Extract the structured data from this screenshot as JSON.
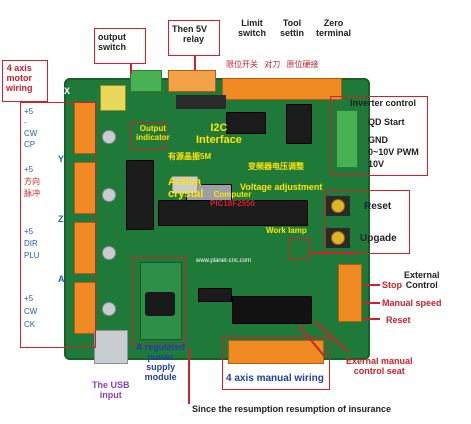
{
  "labels": {
    "output_switch": [
      "output",
      "switch"
    ],
    "relay": [
      "Then 5V",
      "relay"
    ],
    "limit_switch": [
      "Limit",
      "switch"
    ],
    "tool_setting": [
      "Tool",
      "settin"
    ],
    "zero_terminal": [
      "Zero",
      "terminal"
    ],
    "motor_wiring": [
      "4  axis",
      "motor",
      "wiring"
    ],
    "inverter_control": "Inverter control",
    "inverter_pins": [
      "QD",
      "Start",
      "GND",
      "0~10V PWM",
      "10V"
    ],
    "output_indicator": [
      "Output",
      "indicator"
    ],
    "i2c_interface": [
      "I2C",
      "Interface"
    ],
    "active_crystal": [
      "Activa",
      "crystal"
    ],
    "voltage_adjustment": "Voltage adjustment",
    "chinese_voltage": "变频器电压调整",
    "chinese_crystal": [
      "有源晶振",
      "5M"
    ],
    "reset": "Reset",
    "upgrade": "Upgade",
    "computer_chip": [
      "Computer",
      "PIC18F2550"
    ],
    "work_lamp": "Work lamp",
    "external_control": [
      "External",
      "Control"
    ],
    "stop": "Stop",
    "manual_speed": "Manual speed",
    "ext_reset": "Reset",
    "regulated_power": [
      "A regulated",
      "puwer",
      "supply",
      "module"
    ],
    "usb_input": [
      "The USB",
      "input"
    ],
    "manual_wiring": "4  axis manual wiring",
    "manual_control_seat": [
      "Exernal manual",
      "control seat"
    ],
    "resumption": "Since the resumption resumption of insurance",
    "axis_x": "X",
    "axis_y": "Y",
    "axis_z": "Z",
    "axis_a": "A",
    "pin_labels_x": [
      "+5",
      "-",
      "CW",
      "CP"
    ],
    "pin_labels_y": [
      "+5",
      "方向",
      "脉冲"
    ],
    "pin_labels_z": [
      "+5",
      "DIR",
      "PLU"
    ],
    "pin_labels_a": [
      "+5",
      "CW",
      "CK"
    ],
    "chinese_top": [
      "限位开关",
      "对刀",
      "原位硬接"
    ],
    "board_url": "www.planet-cnc.com"
  },
  "colors": {
    "board_green": "#1f7a3a",
    "label_red": "#d0202a",
    "terminal_orange": "#f08a23",
    "terminal_green": "#47b154",
    "annotation_yellow": "#ffe400"
  },
  "icons": [
    "screw-terminal-icon",
    "relay-icon",
    "crystal-icon",
    "chip-icon",
    "usb-port-icon",
    "push-button-icon"
  ]
}
